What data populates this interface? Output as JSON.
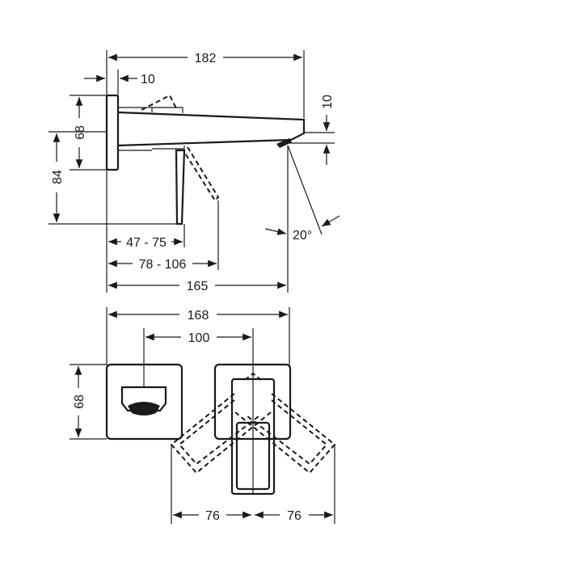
{
  "drawing": {
    "type": "technical dimension drawing",
    "subject": "wall-mounted basin mixer (side view and front view)",
    "units": "mm",
    "colors": {
      "line": "#1a1a1a",
      "background": "#ffffff"
    }
  },
  "side_view": {
    "dimensions": {
      "overall_projection": "182",
      "plate_thickness": "10",
      "plate_height": "68",
      "spout_outlet_height": "10",
      "lever_to_outlet_height": "84",
      "lever_reach": "47 - 75",
      "lever_reach_open": "78 - 106",
      "outlet_projection": "165",
      "spray_angle": "20°"
    }
  },
  "front_view": {
    "dimensions": {
      "overall_width": "168",
      "center_distance": "100",
      "plate_height": "68",
      "lever_swing_left": "76",
      "lever_swing_right": "76"
    }
  }
}
